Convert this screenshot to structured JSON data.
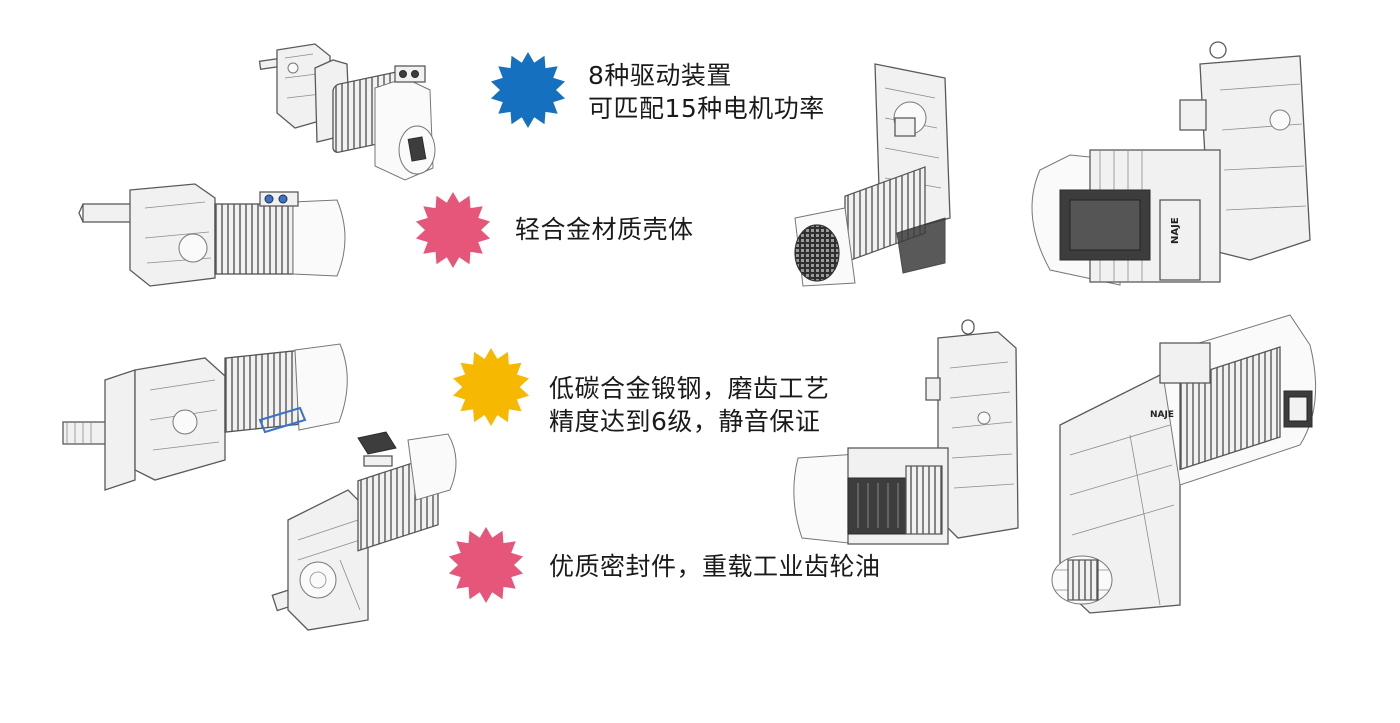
{
  "features": [
    {
      "id": "drive",
      "star_color": "#1570c0",
      "lines": [
        "8种驱动装置",
        "可匹配15种电机功率"
      ]
    },
    {
      "id": "housing",
      "star_color": "#e6557a",
      "lines": [
        "轻合金材质壳体"
      ]
    },
    {
      "id": "steel",
      "star_color": "#f6b800",
      "lines": [
        "低碳合金锻钢，磨齿工艺",
        "精度达到6级，静音保证"
      ]
    },
    {
      "id": "seal",
      "star_color": "#e6557a",
      "lines": [
        "优质密封件，重载工业齿轮油"
      ]
    }
  ],
  "illustrations": [
    {
      "name": "helical-gear-motor-small",
      "icon": "gear-motor-drawing"
    },
    {
      "name": "helical-gear-motor-long-shaft",
      "icon": "gear-motor-drawing"
    },
    {
      "name": "flange-gear-motor",
      "icon": "gear-motor-drawing"
    },
    {
      "name": "parallel-shaft-gear-motor",
      "icon": "gear-motor-drawing"
    },
    {
      "name": "vertical-parallel-shaft-motor",
      "icon": "gear-motor-drawing"
    },
    {
      "name": "large-parallel-shaft-motor",
      "icon": "gear-motor-drawing"
    },
    {
      "name": "l-shaped-gear-motor",
      "icon": "gear-motor-drawing"
    },
    {
      "name": "heavy-parallel-shaft-motor",
      "icon": "gear-motor-drawing"
    }
  ]
}
